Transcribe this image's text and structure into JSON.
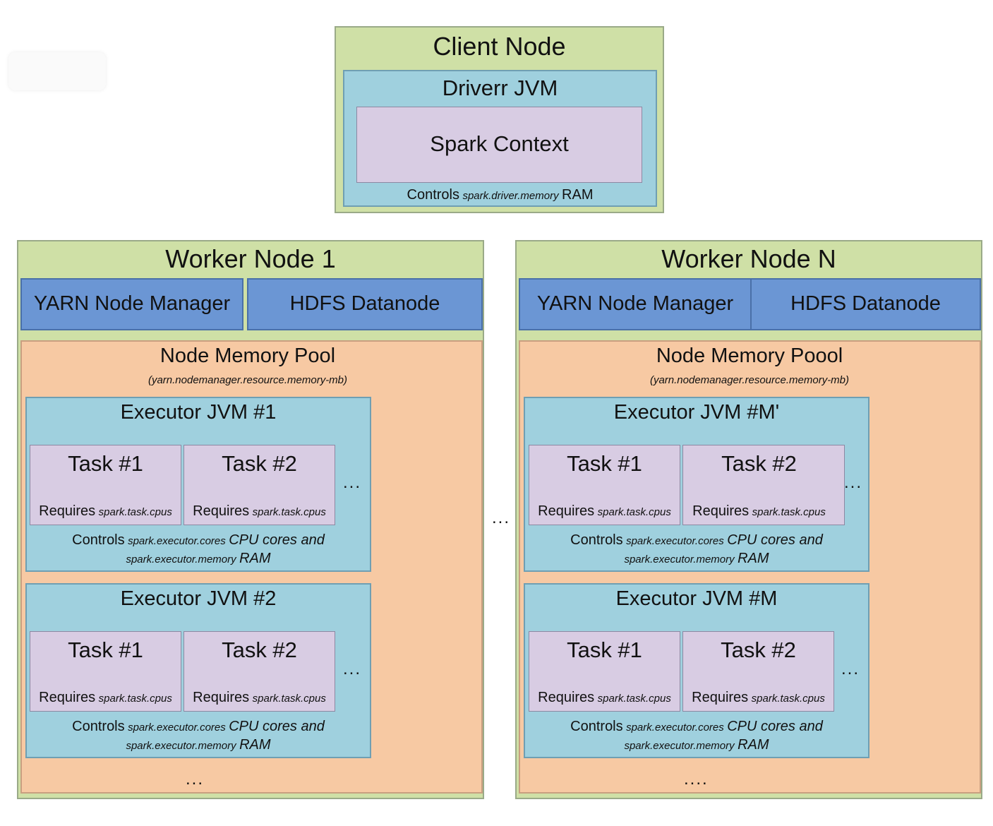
{
  "client": {
    "title": "Client Node",
    "driver_title": "Driverr JVM",
    "context": "Spark Context",
    "controls_pre": "Controls",
    "controls_param": "spark.driver.memory",
    "controls_post": "RAM"
  },
  "workers": [
    {
      "title": "Worker Node 1",
      "yarn": "YARN Node Manager",
      "hdfs": "HDFS Datanode",
      "pool_title": "Node Memory Pool",
      "pool_param": "(yarn.nodemanager.resource.memory-mb)",
      "executors": [
        {
          "title": "Executor JVM #1",
          "tasks": [
            {
              "title": "Task #1",
              "req": "Requires",
              "param": "spark.task.cpus"
            },
            {
              "title": "Task #2",
              "req": "Requires",
              "param": "spark.task.cpus"
            }
          ],
          "dots": "...",
          "c1_pre": "Controls",
          "c1_param": "spark.executor.cores",
          "c1_post": "CPU cores and",
          "c2_param": "spark.executor.memory",
          "c2_post": "RAM"
        },
        {
          "title": "Executor JVM #2",
          "tasks": [
            {
              "title": "Task #1",
              "req": "Requires",
              "param": "spark.task.cpus"
            },
            {
              "title": "Task #2",
              "req": "Requires",
              "param": "spark.task.cpus"
            }
          ],
          "dots": "...",
          "c1_pre": "Controls",
          "c1_param": "spark.executor.cores",
          "c1_post": "CPU cores and",
          "c2_param": "spark.executor.memory",
          "c2_post": "RAM"
        }
      ],
      "more": "..."
    },
    {
      "title": "Worker Node N",
      "yarn": "YARN Node Manager",
      "hdfs": "HDFS Datanode",
      "pool_title": "Node Memory Poool",
      "pool_param": "(yarn.nodemanager.resource.memory-mb)",
      "executors": [
        {
          "title": "Executor JVM #M'",
          "tasks": [
            {
              "title": "Task #1",
              "req": "Requires",
              "param": "spark.task.cpus"
            },
            {
              "title": "Task #2",
              "req": "Requires",
              "param": "spark.task.cpus"
            }
          ],
          "dots": "...",
          "c1_pre": "Controls",
          "c1_param": "spark.executor.cores",
          "c1_post": "CPU cores and",
          "c2_param": "spark.executor.memory",
          "c2_post": "RAM"
        },
        {
          "title": "Executor JVM #M",
          "tasks": [
            {
              "title": "Task #1",
              "req": "Requires",
              "param": "spark.task.cpus"
            },
            {
              "title": "Task #2",
              "req": "Requires",
              "param": "spark.task.cpus"
            }
          ],
          "dots": "...",
          "c1_pre": "Controls",
          "c1_param": "spark.executor.cores",
          "c1_post": "CPU cores and",
          "c2_param": "spark.executor.memory",
          "c2_post": "RAM"
        }
      ],
      "more": "...."
    }
  ],
  "between_dots": "..."
}
